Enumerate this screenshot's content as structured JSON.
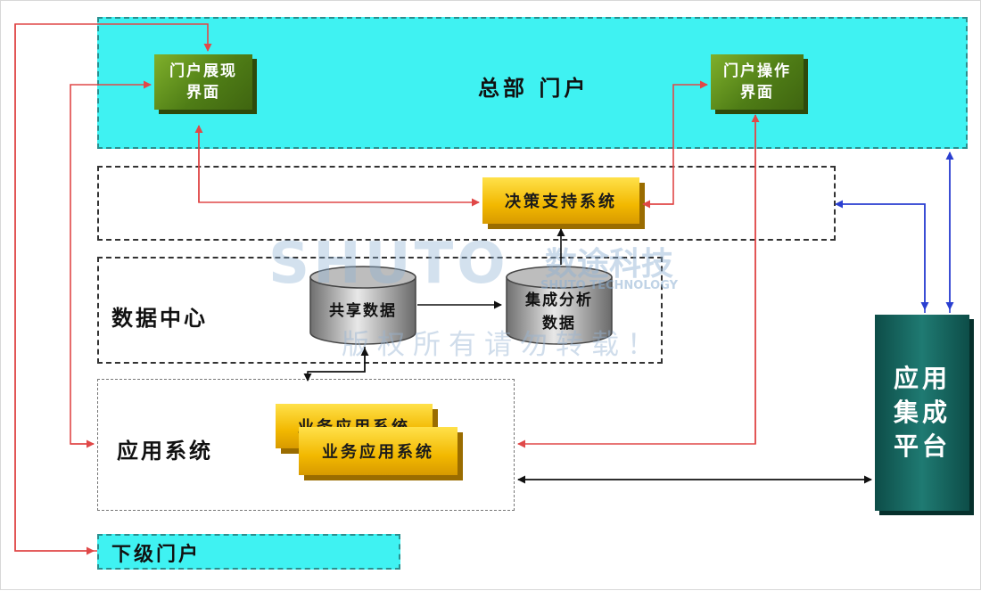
{
  "hq_portal": {
    "title": "总部 门户"
  },
  "portal_display": {
    "line1": "门户展现",
    "line2": "界面"
  },
  "portal_operation": {
    "line1": "门户操作",
    "line2": "界面"
  },
  "decision_support": {
    "label": "决策支持系统"
  },
  "data_center": {
    "label": "数据中心",
    "shared_data": "共享数据",
    "integrated_line1": "集成分析",
    "integrated_line2": "数据"
  },
  "application_system": {
    "label": "应用系统",
    "business_app_back": "业务应用系统",
    "business_app_front": "业务应用系统"
  },
  "platform": {
    "line1": "应用",
    "line2": "集成",
    "line3": "平台"
  },
  "sub_portal": {
    "label": "下级门户"
  },
  "watermark": {
    "logo": "SHUTO",
    "company": "数途科技",
    "company_en": "SHUTO TECHNOLOGY",
    "notice": "版权所有请勿转载！"
  },
  "colors": {
    "portal_cyan": "#3ff2f2",
    "green_box": "#4f7d16",
    "yellow_box": "#f2b800",
    "platform_teal": "#0d4d48",
    "arrow_red": "#e04848",
    "arrow_blue": "#2a3fd0",
    "arrow_black": "#111111"
  }
}
